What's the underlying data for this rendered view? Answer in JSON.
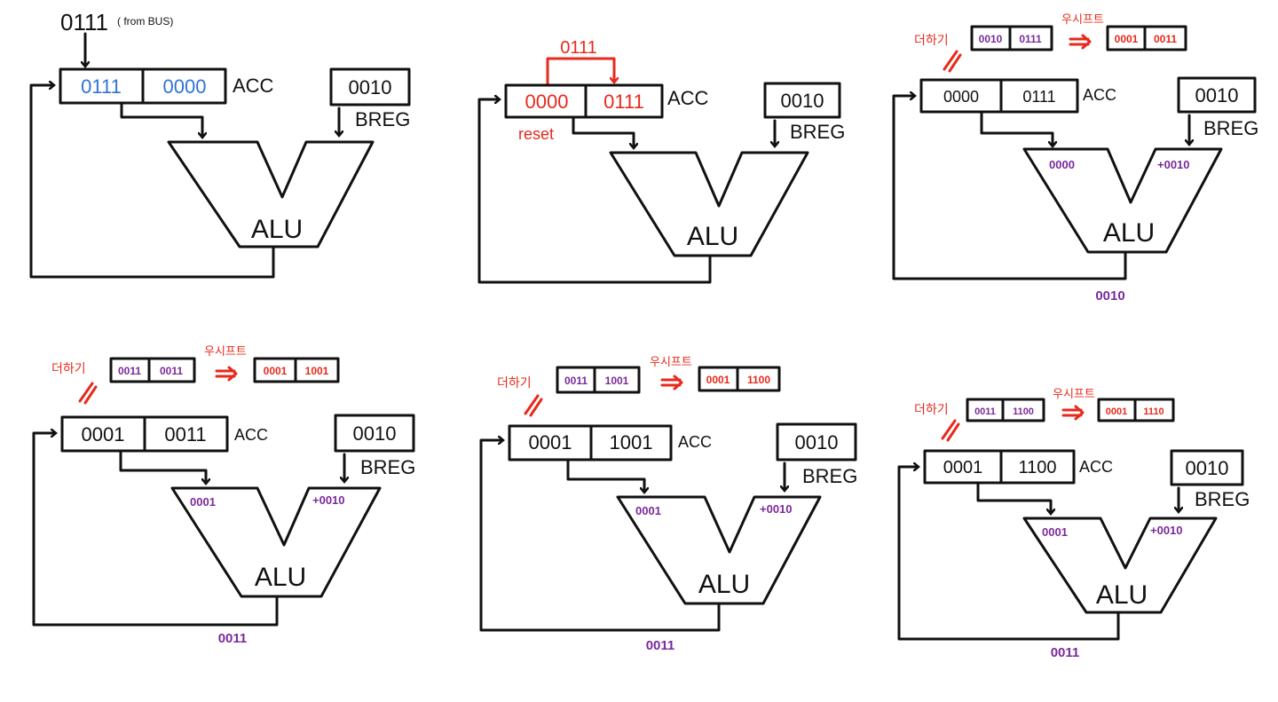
{
  "labels": {
    "acc": "ACC",
    "breg": "BREG",
    "alu": "ALU",
    "add": "더하기",
    "shift": "우시프트",
    "reset": "reset",
    "from_bus": "( from BUS)"
  },
  "panel1": {
    "bus_in": "0111",
    "acc_hi": "0111",
    "acc_lo": "0000",
    "breg": "0010"
  },
  "panel2": {
    "move_val": "0111",
    "acc_hi": "0000",
    "acc_lo": "0111",
    "breg": "0010"
  },
  "panel3": {
    "add_hi": "0010",
    "add_lo": "0111",
    "shift_hi": "0001",
    "shift_lo": "0011",
    "acc_hi": "0000",
    "acc_lo": "0111",
    "breg": "0010",
    "alu_in_l": "0000",
    "alu_in_r": "+0010",
    "out": "0010"
  },
  "panel4": {
    "add_hi": "0011",
    "add_lo": "0011",
    "shift_hi": "0001",
    "shift_lo": "1001",
    "acc_hi": "0001",
    "acc_lo": "0011",
    "breg": "0010",
    "alu_in_l": "0001",
    "alu_in_r": "+0010",
    "out": "0011"
  },
  "panel5": {
    "add_hi": "0011",
    "add_lo": "1001",
    "shift_hi": "0001",
    "shift_lo": "1100",
    "acc_hi": "0001",
    "acc_lo": "1001",
    "breg": "0010",
    "alu_in_l": "0001",
    "alu_in_r": "+0010",
    "out": "0011"
  },
  "panel6": {
    "add_hi": "0011",
    "add_lo": "1100",
    "shift_hi": "0001",
    "shift_lo": "1110",
    "acc_hi": "0001",
    "acc_lo": "1100",
    "breg": "0010",
    "alu_in_l": "0001",
    "alu_in_r": "+0010",
    "out": "0011"
  }
}
